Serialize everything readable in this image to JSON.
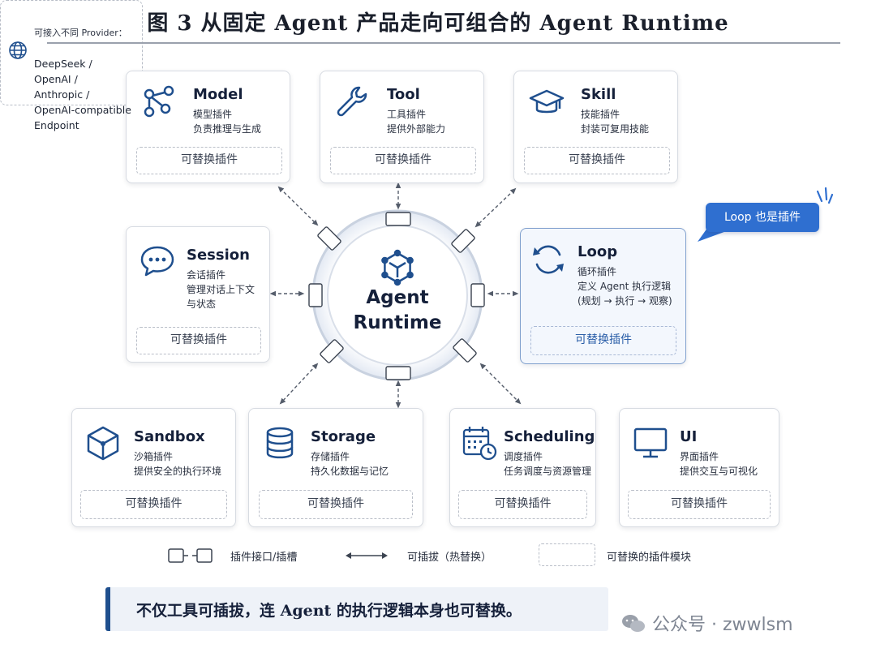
{
  "title": "图 3  从固定 Agent 产品走向可组合的 Agent Runtime",
  "hub": {
    "line1": "Agent",
    "line2": "Runtime"
  },
  "plugins": {
    "model": {
      "name": "Model",
      "sub": "模型插件\n负责推理与生成",
      "slot": "可替换插件",
      "icon": "network-share-icon"
    },
    "tool": {
      "name": "Tool",
      "sub": "工具插件\n提供外部能力",
      "slot": "可替换插件",
      "icon": "wrench-icon"
    },
    "skill": {
      "name": "Skill",
      "sub": "技能插件\n封装可复用技能",
      "slot": "可替换插件",
      "icon": "graduation-cap-icon"
    },
    "session": {
      "name": "Session",
      "sub": "会话插件\n管理对话上下文\n与状态",
      "slot": "可替换插件",
      "icon": "chat-bubble-icon"
    },
    "loop": {
      "name": "Loop",
      "sub": "循环插件\n定义 Agent 执行逻辑\n(规划 → 执行 → 观察)",
      "slot": "可替换插件",
      "icon": "refresh-icon"
    },
    "sandbox": {
      "name": "Sandbox",
      "sub": "沙箱插件\n提供安全的执行环境",
      "slot": "可替换插件",
      "icon": "cube-icon"
    },
    "storage": {
      "name": "Storage",
      "sub": "存储插件\n持久化数据与记忆",
      "slot": "可替换插件",
      "icon": "database-icon"
    },
    "scheduling": {
      "name": "Scheduling",
      "sub": "调度插件\n任务调度与资源管理",
      "slot": "可替换插件",
      "icon": "calendar-clock-icon"
    },
    "ui": {
      "name": "UI",
      "sub": "界面插件\n提供交互与可视化",
      "slot": "可替换插件",
      "icon": "monitor-icon"
    }
  },
  "callout": "Loop 也是插件",
  "provider": {
    "title": "可接入不同 Provider：",
    "list": "DeepSeek /\nOpenAI /\nAnthropic /\nOpenAI-compatible\nEndpoint"
  },
  "legend": {
    "slot": "插件接口/插槽",
    "hot": "可插拔（热替换）",
    "module": "可替换的插件模块"
  },
  "banner": "不仅工具可插拔，连 Agent 的执行逻辑本身也可替换。",
  "watermark": "公众号 · zwwlsm",
  "colors": {
    "accent": "#1f4f8e",
    "highlight": "#2f6fd0",
    "border": "#d7dbe2"
  }
}
